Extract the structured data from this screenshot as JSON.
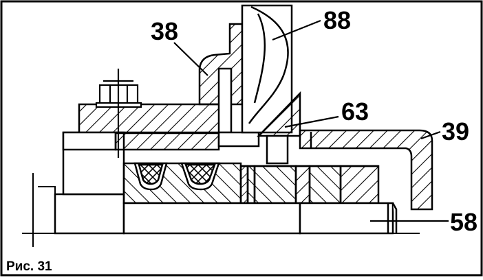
{
  "figure": {
    "caption": "Рис. 31",
    "callouts": {
      "c88": "88",
      "c38": "38",
      "c63": "63",
      "c39": "39",
      "c58": "58"
    }
  },
  "colors": {
    "ink": "#000000",
    "paper": "#ffffff"
  }
}
